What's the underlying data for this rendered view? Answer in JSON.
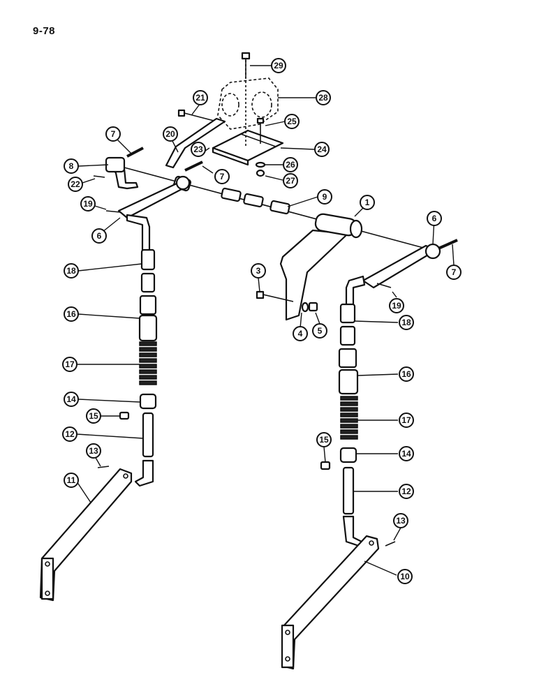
{
  "page_number": "9-78",
  "callouts": [
    {
      "label": "29"
    },
    {
      "label": "21"
    },
    {
      "label": "28"
    },
    {
      "label": "25"
    },
    {
      "label": "7"
    },
    {
      "label": "20"
    },
    {
      "label": "23"
    },
    {
      "label": "24"
    },
    {
      "label": "8"
    },
    {
      "label": "7"
    },
    {
      "label": "26"
    },
    {
      "label": "27"
    },
    {
      "label": "22"
    },
    {
      "label": "9"
    },
    {
      "label": "1"
    },
    {
      "label": "19"
    },
    {
      "label": "6"
    },
    {
      "label": "6"
    },
    {
      "label": "7"
    },
    {
      "label": "18"
    },
    {
      "label": "3"
    },
    {
      "label": "19"
    },
    {
      "label": "4"
    },
    {
      "label": "5"
    },
    {
      "label": "16"
    },
    {
      "label": "18"
    },
    {
      "label": "17"
    },
    {
      "label": "16"
    },
    {
      "label": "14"
    },
    {
      "label": "15"
    },
    {
      "label": "17"
    },
    {
      "label": "12"
    },
    {
      "label": "15"
    },
    {
      "label": "14"
    },
    {
      "label": "13"
    },
    {
      "label": "11"
    },
    {
      "label": "12"
    },
    {
      "label": "13"
    },
    {
      "label": "10"
    }
  ]
}
